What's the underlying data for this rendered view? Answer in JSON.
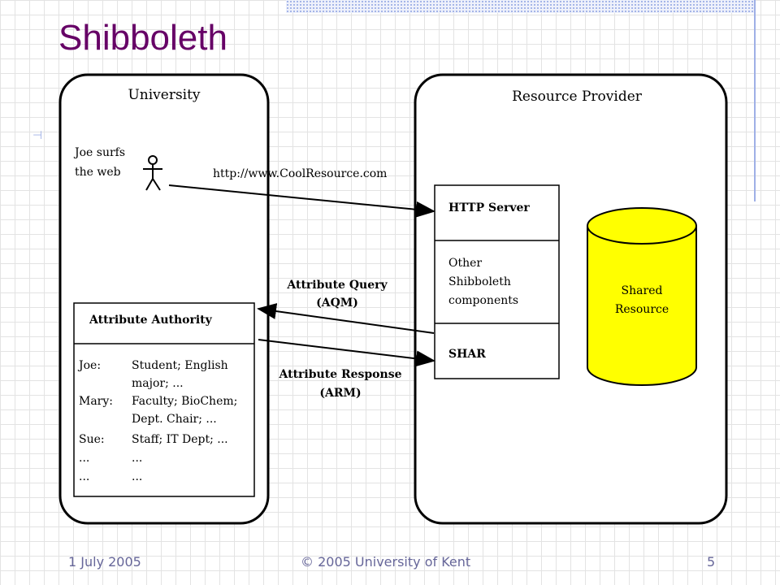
{
  "slide": {
    "title": "Shibboleth",
    "footer": {
      "date": "1 July 2005",
      "copyright": "© 2005 University of Kent",
      "page_number": "5"
    }
  },
  "diagram": {
    "university": {
      "label": "University",
      "user_text_line1": "Joe surfs",
      "user_text_line2": "the web"
    },
    "resource_provider": {
      "label": "Resource Provider"
    },
    "url_label": "http://www.CoolResource.com",
    "http_server_label": "HTTP Server",
    "other_components": [
      "Other",
      "Shibboleth",
      "components"
    ],
    "shar_label": "SHAR",
    "shared_resource": [
      "Shared",
      "Resource"
    ],
    "attribute_query": [
      "Attribute Query",
      "(AQM)"
    ],
    "attribute_response": [
      "Attribute Response",
      "(ARM)"
    ],
    "attribute_authority": {
      "title": "Attribute Authority",
      "rows": [
        {
          "name": "Joe:",
          "lines": [
            "Student; English",
            "major; ..."
          ]
        },
        {
          "name": "Mary:",
          "lines": [
            "Faculty; BioChem;",
            "Dept. Chair; ..."
          ]
        },
        {
          "name": "Sue:",
          "lines": [
            "Staff; IT Dept; ..."
          ]
        },
        {
          "name": "...",
          "lines": [
            "..."
          ]
        },
        {
          "name": "...",
          "lines": [
            "..."
          ]
        }
      ]
    },
    "colors": {
      "title": "#660066",
      "cylinder_fill": "#ffff00",
      "footer_text": "#666699"
    }
  }
}
